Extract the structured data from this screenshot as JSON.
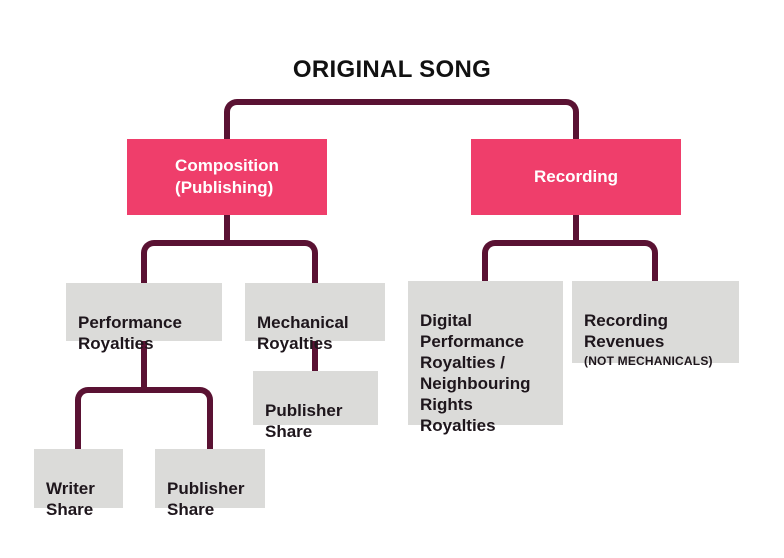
{
  "title": "ORIGINAL SONG",
  "colors": {
    "accent_pink": "#EF3E6B",
    "connector_plum": "#5A1233",
    "node_gray": "#DBDBD9",
    "title_black": "#111111"
  },
  "nodes": {
    "composition": {
      "label": "Composition\n(Publishing)"
    },
    "recording": {
      "label": "Recording"
    },
    "performance_royalties": {
      "label": "Performance\nRoyalties"
    },
    "mechanical_royalties": {
      "label": "Mechanical\nRoyalties"
    },
    "digital_performance_royalties": {
      "label": "Digital\nPerformance\nRoyalties /\nNeighbouring\nRights\nRoyalties"
    },
    "recording_revenues": {
      "label": "Recording\nRevenues",
      "note": "(NOT MECHANICALS)"
    },
    "mechanical_publisher_share": {
      "label": "Publisher\nShare"
    },
    "writer_share": {
      "label": "Writer\nShare"
    },
    "performance_publisher_share": {
      "label": "Publisher\nShare"
    }
  }
}
